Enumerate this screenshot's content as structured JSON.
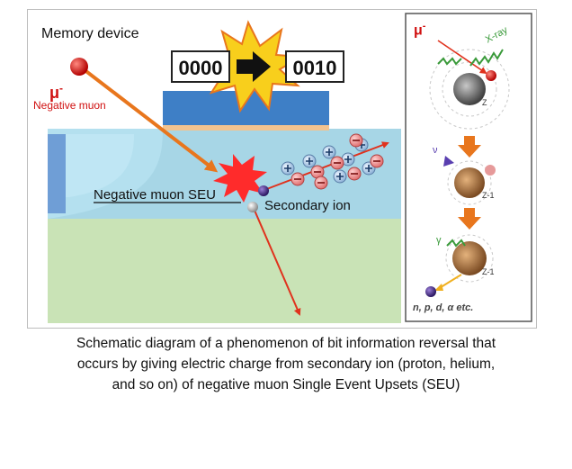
{
  "figure": {
    "memory_label": "Memory device",
    "muon_symbol": "μ",
    "muon_charge": "-",
    "muon_label": "Negative muon",
    "bits_before": "0000",
    "bits_after": "0010",
    "seu_label": "Negative muon SEU",
    "secondary_label": "Secondary ion",
    "panel": {
      "muon_symbol": "μ",
      "muon_charge": "-",
      "xray_label": "X-ray",
      "z_label": "Z",
      "nu_label": "ν",
      "gamma_label": "γ",
      "z1_label_a": "Z-1",
      "z1_label_b": "Z-1",
      "particles_label": "n, p, d, α etc."
    }
  },
  "caption": {
    "line1": "Schematic diagram of a phenomenon of bit information reversal that",
    "line2": "occurs by giving electric charge from secondary ion (proton, helium,",
    "line3": "and so on) of negative muon Single Event Upsets (SEU)"
  },
  "colors": {
    "substrate": "#c9e3b6",
    "well": "#a7d6e6",
    "gate_blue": "#3e7fc6",
    "gate_oxide": "#f2c38f",
    "arrow_red": "#e0321d",
    "muon_red": "#d01010",
    "nucleus_brown": "#b87a45",
    "orange_arrow": "#e8761d",
    "star_yellow": "#f8cf1c"
  }
}
